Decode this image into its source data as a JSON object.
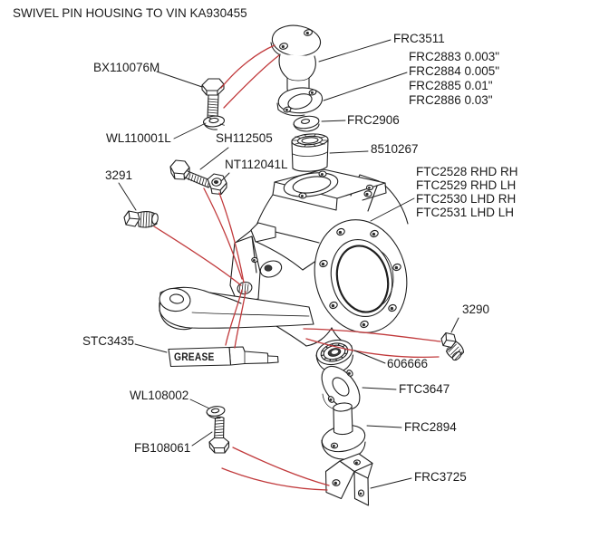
{
  "title": "SWIVEL PIN HOUSING TO VIN KA930455",
  "colors": {
    "line": "#1f1f1f",
    "red_leader": "#c13a3c",
    "text": "#1a1a1a",
    "background": "#ffffff"
  },
  "labels": {
    "frc3511": "FRC3511",
    "shim_1": "FRC2883 0.003\"",
    "shim_2": "FRC2884 0.005\"",
    "shim_3": "FRC2885 0.01\"",
    "shim_4": "FRC2886 0.03\"",
    "frc2906": "FRC2906",
    "bush_8510267": "8510267",
    "housing_1": "FTC2528 RHD RH",
    "housing_2": "FTC2529 RHD LH",
    "housing_3": "FTC2530 LHD RH",
    "housing_4": "FTC2531 LHD LH",
    "bx110076m": "BX110076M",
    "wl110001l": "WL110001L",
    "sh112505": "SH112505",
    "nt112041l": "NT112041L",
    "plug_3291": "3291",
    "plug_3290": "3290",
    "stc3435": "STC3435",
    "grease": "GREASE",
    "bearing_606666": "606666",
    "ftc3647": "FTC3647",
    "wl108002": "WL108002",
    "frc2894": "FRC2894",
    "fb108061": "FB108061",
    "frc3725": "FRC3725"
  }
}
